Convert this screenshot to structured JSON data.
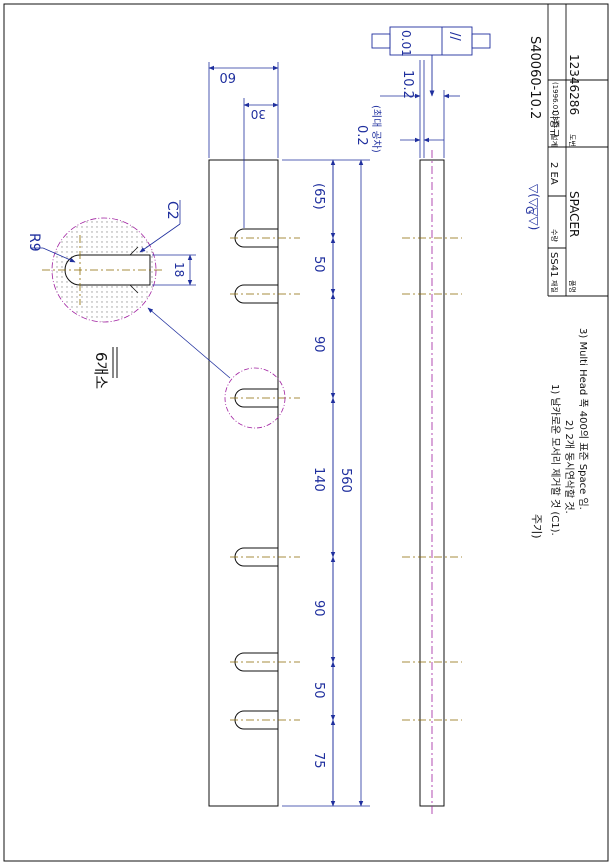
{
  "drawing": {
    "part_name": "SPACER",
    "material": "SS41",
    "quantity": "2 EA",
    "drawing_no": "12346286",
    "part_no": "S40060-10.2",
    "designer": "이종규",
    "design_date": "(1996.01.31)",
    "finish_symbol": "G",
    "finish_marks": "▽(▽▽▽)"
  },
  "title_block": {
    "label_name": "품명",
    "label_material": "재질",
    "label_qty": "수량",
    "label_design": "설계",
    "label_drawing": "도번"
  },
  "front_view": {
    "width_dim": "60",
    "slot_offset_dim": "30",
    "total_length_dim": "560",
    "segment_dims": [
      "(65)",
      "50",
      "90",
      "140",
      "90",
      "50",
      "75"
    ]
  },
  "side_view": {
    "thickness_dim": "10.2",
    "tolerance_dim": "0.2",
    "tolerance_note": "(최대 공차)",
    "parallelism_symbol": "//",
    "parallelism_value": "0.01"
  },
  "detail": {
    "radius_label": "R9",
    "chamfer_label": "C2",
    "slot_width_label": "18",
    "count_label": "6개소"
  },
  "notes": {
    "title": "주기)",
    "items": [
      "1) 날카로운 모서리 제거할 것 (C1).",
      "2) 2개 동시연삭할 것.",
      "3) Multi Head 폭 400의 표준 Space 임."
    ]
  }
}
